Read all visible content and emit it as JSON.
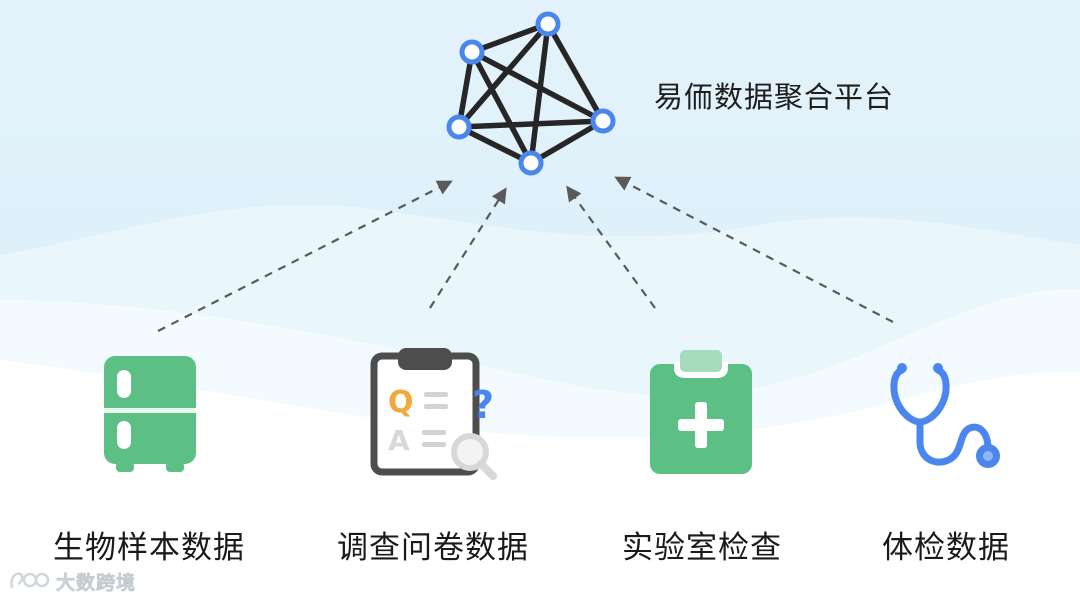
{
  "platform": {
    "label": "易侕数据聚合平台",
    "icon": "network-graph-icon"
  },
  "sources": [
    {
      "label": "生物样本数据",
      "icon": "refrigerator-icon"
    },
    {
      "label": "调查问卷数据",
      "icon": "questionnaire-clipboard-icon"
    },
    {
      "label": "实验室检查",
      "icon": "medical-clipboard-icon"
    },
    {
      "label": "体检数据",
      "icon": "stethoscope-icon"
    }
  ],
  "watermark": {
    "text": "大数跨境",
    "icon": "watermark-logo-icon"
  },
  "colors": {
    "node_blue": "#4a86ee",
    "edge_dark": "#262626",
    "green": "#5cc085",
    "arrow_gray": "#5a5a5a",
    "sky": "#dcf0fa"
  }
}
